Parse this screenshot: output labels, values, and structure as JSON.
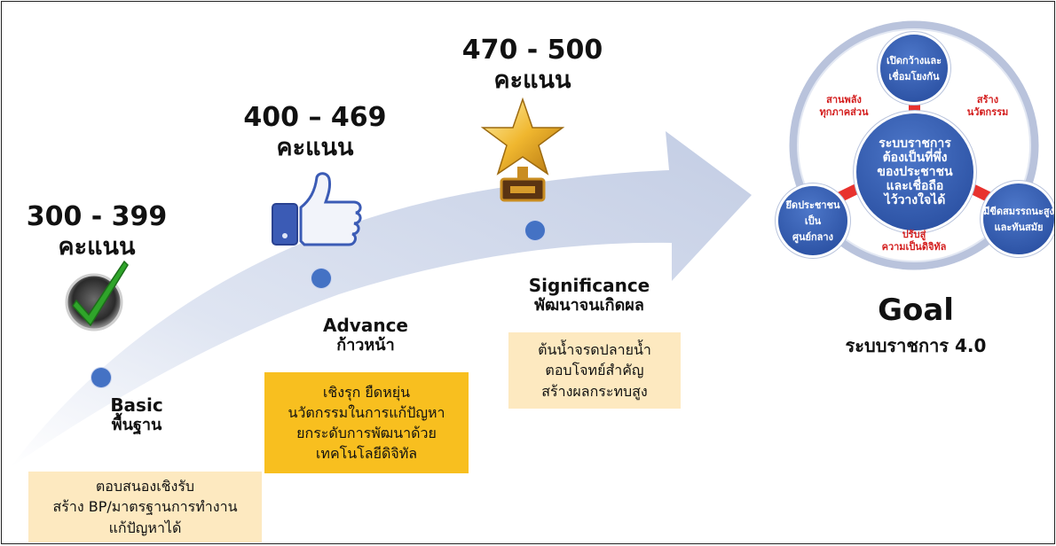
{
  "stages": [
    {
      "score": "300 - 399",
      "unit": "คะแนน",
      "name_en": "Basic",
      "name_th": "พื้นฐาน",
      "desc": [
        "ตอบสนองเชิงรับ",
        "สร้าง BP/มาตรฐานการทำงาน",
        "แก้ปัญหาได้"
      ],
      "icon": "check-badge-icon"
    },
    {
      "score": "400 – 469",
      "unit": "คะแนน",
      "name_en": "Advance",
      "name_th": "ก้าวหน้า",
      "desc": [
        "เชิงรุก ยืดหยุ่น",
        "นวัตกรรมในการแก้ปัญหา",
        "ยกระดับการพัฒนาด้วย",
        "เทคโนโลยีดิจิทัล"
      ],
      "icon": "thumbs-up-icon"
    },
    {
      "score": "470 - 500",
      "unit": "คะแนน",
      "name_en": "Significance",
      "name_th": "พัฒนาจนเกิดผล",
      "desc": [
        "ต้นน้ำจรดปลายน้ำ",
        "ตอบโจทย์สำคัญ",
        "สร้างผลกระทบสูง"
      ],
      "icon": "star-trophy-icon"
    }
  ],
  "goal": {
    "title": "Goal",
    "subtitle": "ระบบราชการ 4.0",
    "center": [
      "ระบบราชการ",
      "ต้องเป็นที่พึ่ง",
      "ของประชาชน",
      "และเชื่อถือ",
      "ไว้วางใจได้"
    ],
    "top": [
      "เปิดกว้างและ",
      "เชื่อมโยงกัน"
    ],
    "left": [
      "ยึดประชาชนเป็น",
      "ศูนย์กลาง"
    ],
    "right": [
      "มีขีดสมรรถนะสูง",
      "และทันสมัย"
    ],
    "labels": {
      "top_left": [
        "สานพลัง",
        "ทุกภาคส่วน"
      ],
      "top_right": [
        "สร้าง",
        "นวัตกรรม"
      ],
      "bottom": [
        "ปรับสู่",
        "ความเป็นดิจิทัล"
      ]
    }
  },
  "colors": {
    "arrow": "#cdd6ea",
    "dot": "#4472c4",
    "box_light": "#fde9c0",
    "box_orange": "#f8bf1f",
    "circle_blue": "#2d56a8",
    "connector_red": "#e8322e",
    "label_red": "#d42020"
  }
}
